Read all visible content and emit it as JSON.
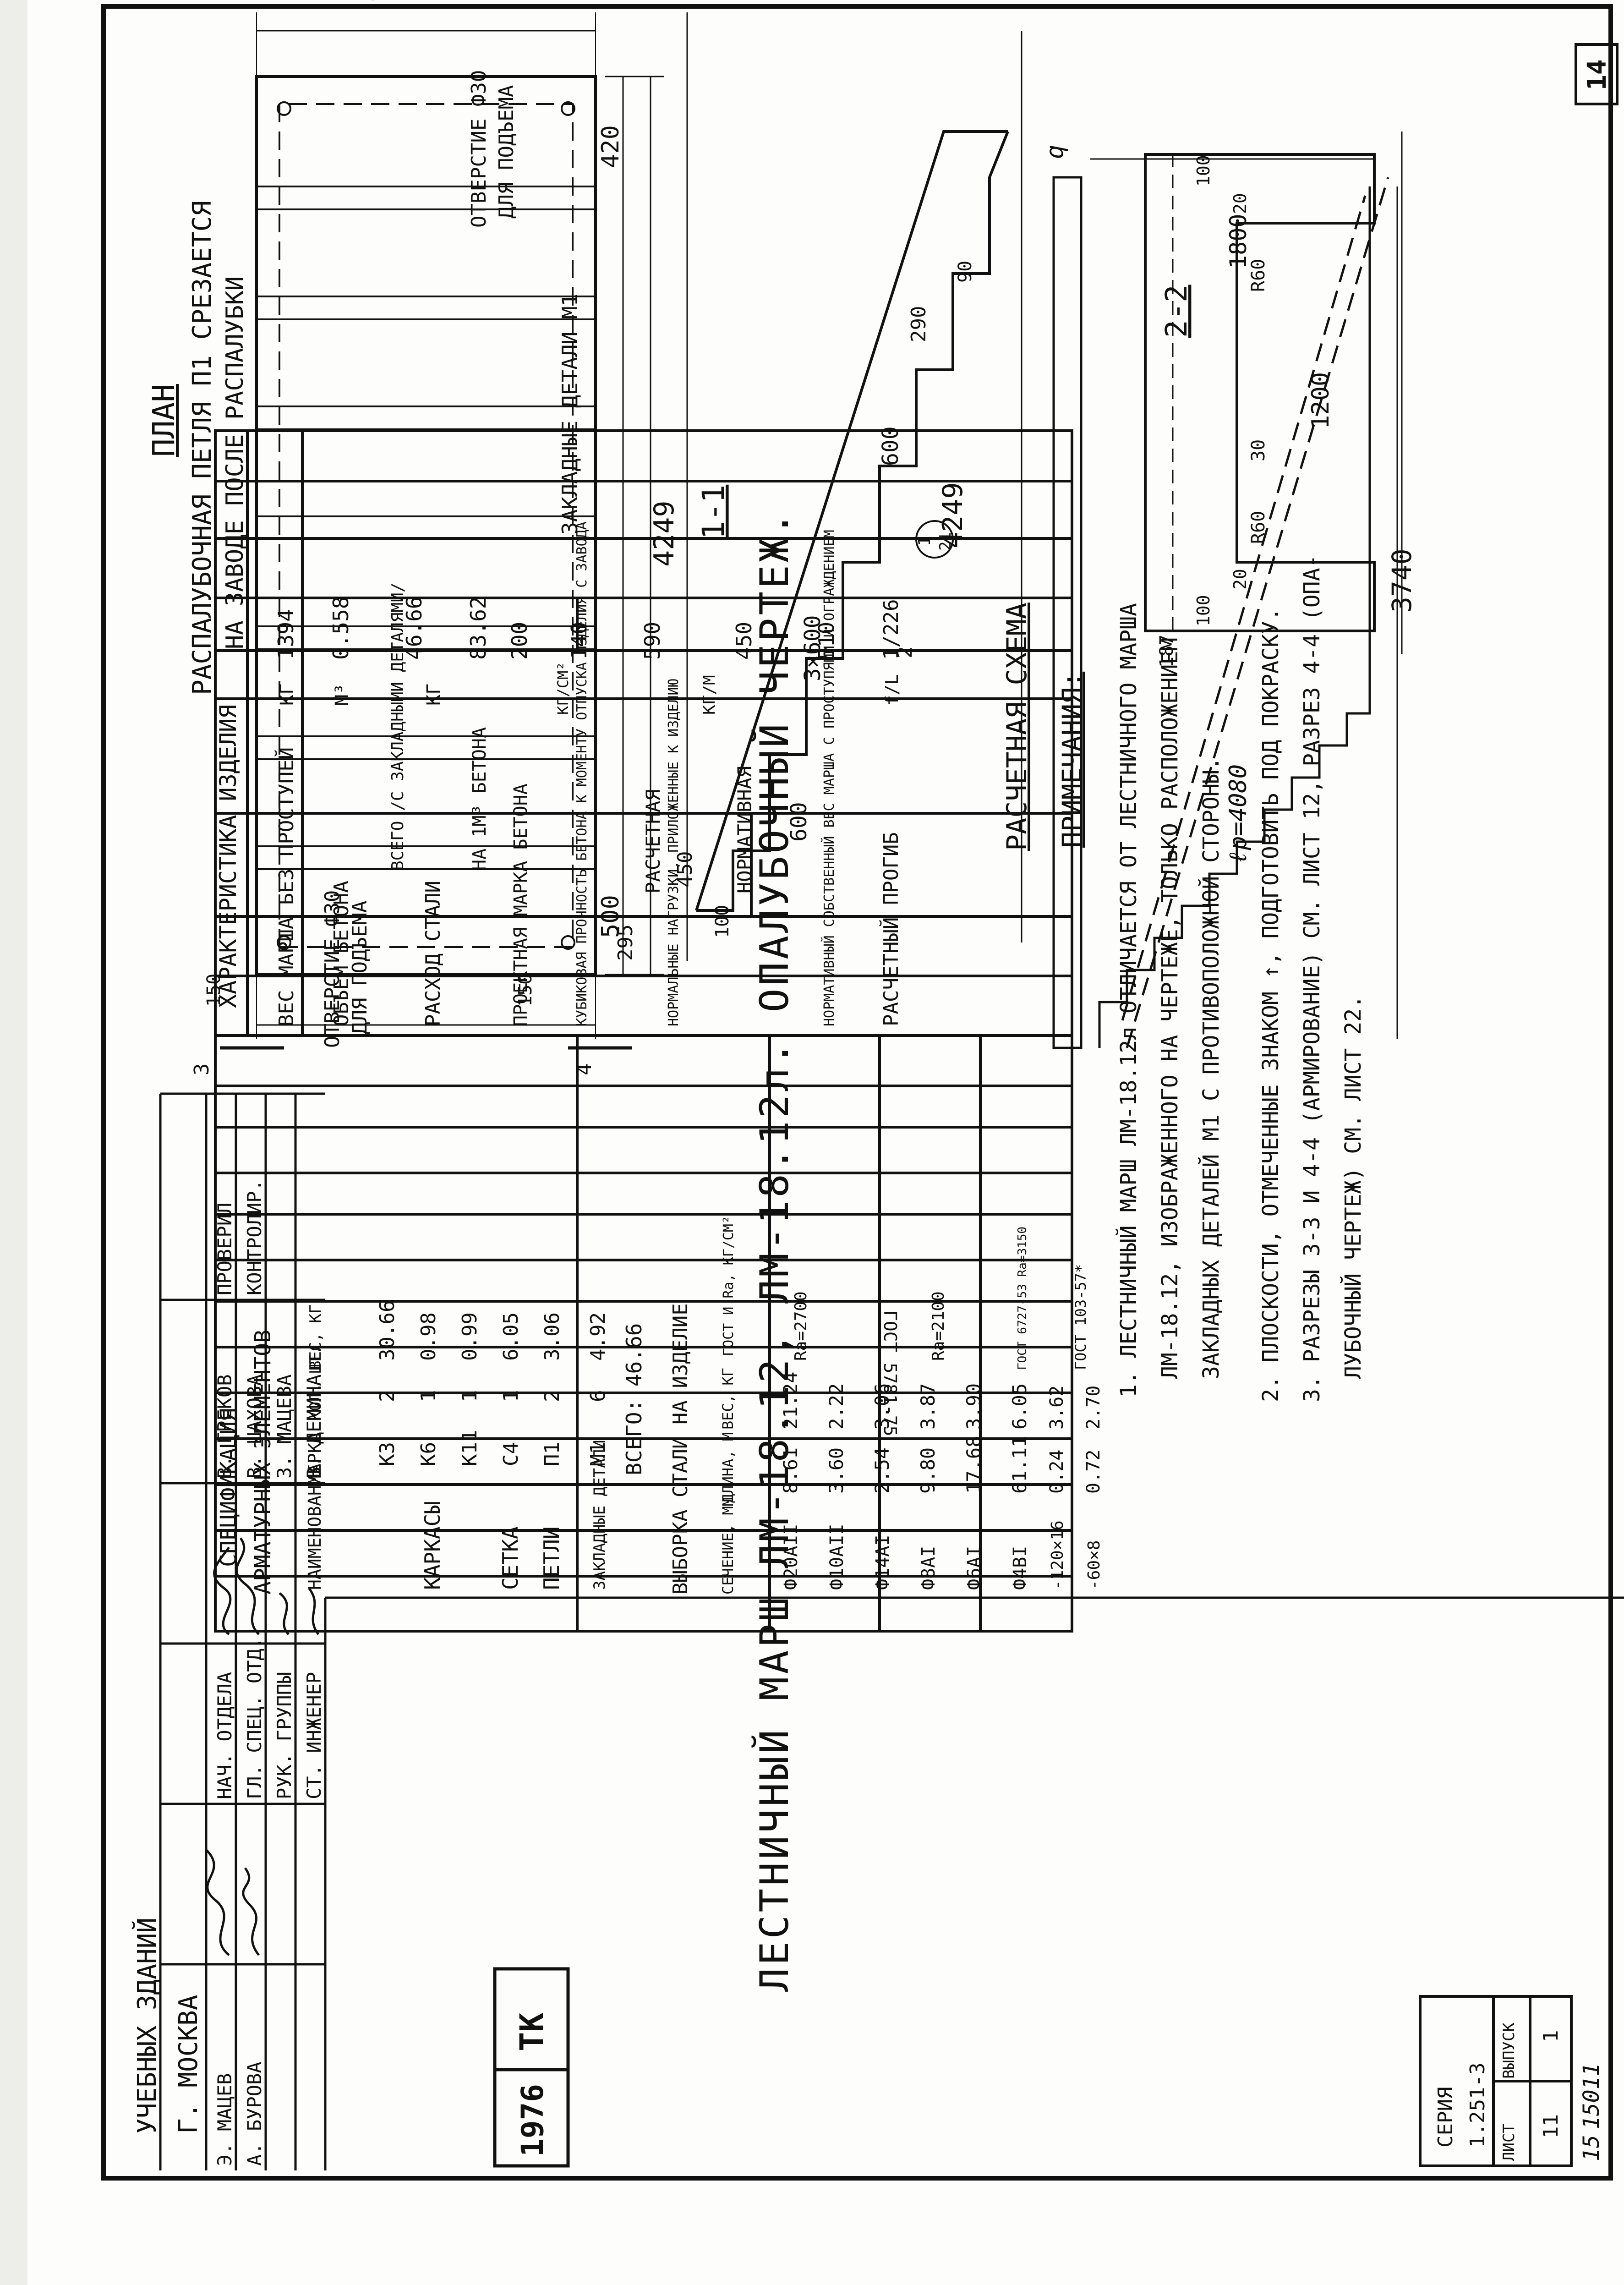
{
  "sheet_number": "14",
  "main_title": "ЛЕСТНИЧНЫЙ МАРШ ЛМ-18.12, ЛМ-18.12л. ОПАЛУБОЧНЫЙ ЧЕРТЕЖ.",
  "char_table": {
    "title": "ХАРАКТЕРИСТИКА ИЗДЕЛИЯ",
    "rows": [
      {
        "name": "ВЕС МАРША БЕЗ ПРОСТУПЕЙ",
        "unit": "КГ",
        "value": "1394"
      },
      {
        "name": "ОБЪЕМ БЕТОНА",
        "unit": "М³",
        "value": "0.558"
      },
      {
        "name": "РАСХОД СТАЛИ",
        "sub": "ВСЕГО /С ЗАКЛАДНЫМИ ДЕТАЛЯМИ/",
        "unit": "КГ",
        "value": "46.66"
      },
      {
        "name": "",
        "sub": "НА 1М³ БЕТОНА",
        "unit": "",
        "value": "83.62"
      },
      {
        "name": "ПРОЕКТНАЯ МАРКА БЕТОНА",
        "unit": "КГ/СМ²",
        "value": "200"
      },
      {
        "name": "КУБИКОВАЯ ПРОЧНОСТЬ БЕТОНА К МОМЕНТУ ОТПУСКА ИЗДЕЛИЯ С ЗАВОДА",
        "unit": "",
        "value": "140"
      },
      {
        "name": "НОРМАЛЬНЫЕ НАГРУЗКИ, ПРИЛОЖЕННЫЕ К ИЗДЕЛИЮ",
        "sub": "РАСЧЕТНАЯ",
        "unit": "КГ/М",
        "value": "590"
      },
      {
        "name": "",
        "sub": "НОРМАТИВНАЯ",
        "unit": "",
        "value": "450"
      },
      {
        "name": "НОРМАТИВНЫЙ СОБСТВЕННЫЙ ВЕС МАРША С ПРОСТУПЯМИ И ОГРАЖДЕНИЕМ",
        "unit": "",
        "value": "510"
      },
      {
        "name": "РАСЧЕТНЫЙ ПРОГИБ",
        "unit": "f/L",
        "value": "1/226"
      }
    ]
  },
  "spec_table": {
    "title1": "СПЕЦИФИКАЦИЯ",
    "title2": "АРМАТУРНЫХ ЭЛЕМЕНТОВ",
    "headers": [
      "НАИМЕНОВАНИЕ",
      "МАРКА",
      "КОЛ. ШТ.",
      "ВЕС, КГ"
    ],
    "rows": [
      {
        "name": "КАРКАСЫ",
        "mark": "К3",
        "qty": "2",
        "weight": "30.66"
      },
      {
        "name": "",
        "mark": "К6",
        "qty": "1",
        "weight": "0.98"
      },
      {
        "name": "",
        "mark": "К11",
        "qty": "1",
        "weight": "0.99"
      },
      {
        "name": "СЕТКА",
        "mark": "С4",
        "qty": "1",
        "weight": "6.05"
      },
      {
        "name": "ПЕТЛИ",
        "mark": "П1",
        "qty": "2",
        "weight": "3.06"
      },
      {
        "name": "ЗАКЛАДНЫЕ ДЕТАЛИ",
        "mark": "М1",
        "qty": "6",
        "weight": "4.92"
      }
    ],
    "total": "ВСЕГО: 46.66"
  },
  "steel_table": {
    "title": "ВЫБОРКА СТАЛИ НА ИЗДЕЛИЕ",
    "headers": [
      "СЕЧЕНИЕ, ММ",
      "ДЛИНА, М",
      "ВЕС, КГ",
      "ГОСТ И Ra, КГ/СМ²"
    ],
    "rows": [
      {
        "section": "Ф20АII",
        "length": "8.61",
        "weight": "21.24"
      },
      {
        "section": "Ф10АII",
        "length": "3.60",
        "weight": "2.22"
      },
      {
        "section": "Ф14АI",
        "length": "2.54",
        "weight": "3.06"
      },
      {
        "section": "Ф8АI",
        "length": "9.80",
        "weight": "3.87"
      },
      {
        "section": "Ф6АI",
        "length": "17.68",
        "weight": "3.90"
      },
      {
        "section": "Ф4ВI",
        "length": "61.11",
        "weight": "6.05"
      },
      {
        "section": "-120×16",
        "length": "0.24",
        "weight": "3.62"
      },
      {
        "section": "-60×8",
        "length": "0.72",
        "weight": "2.70"
      }
    ],
    "gost_ra_1": "Ra=2700",
    "gost_mid": "ГОСТ 5781-75",
    "gost_ra_2": "Ra=2100",
    "gost_2": "ГОСТ 6727-53 Ra=3150",
    "gost_3": "ГОСТ 103-57*"
  },
  "notes": {
    "title": "ПРИМЕЧАНИЯ:",
    "items": [
      "1. ЛЕСТНИЧНЫЙ МАРШ ЛМ-18.12л ОТЛИЧАЕТСЯ ОТ ЛЕСТНИЧНОГО МАРША",
      "ЛМ-18.12, ИЗОБРАЖЕННОГО НА ЧЕРТЕЖЕ, ТОЛЬКО РАСПОЛОЖЕНИЕМ",
      "ЗАКЛАДНЫХ ДЕТАЛЕЙ М1 С ПРОТИВОПОЛОЖНОЙ СТОРОНЫ.",
      "2. ПЛОСКОСТИ, ОТМЕЧЕННЫЕ ЗНАКОМ ↑, ПОДГОТОВИТЬ ПОД ПОКРАСКУ.",
      "3. РАЗРЕЗЫ 3-3 И 4-4 (АРМИРОВАНИЕ) СМ. ЛИСТ 12, РАЗРЕЗ 4-4 (ОПА-",
      "ЛУБОЧНЫЙ ЧЕРТЕЖ) СМ. ЛИСТ 22."
    ]
  },
  "plan": {
    "title": "ПЛАН",
    "note1": "РАСПАЛУБОЧНАЯ ПЕТЛЯ П1 СРЕЗАЕТСЯ",
    "note2": "НА ЗАВОДЕ ПОСЛЕ РАСПАЛУБКИ",
    "hole_label_1": "ОТВЕРСТИЕ Ф30",
    "hole_label_2": "ДЛЯ ПОДЪЕМА",
    "embedded": "ЗАКЛАДНЫЕ ДЕТАЛИ М1",
    "dim_total": "4249",
    "dim_left": "500",
    "dim_right": "420",
    "dim_width": "1200",
    "dim_150a": "150",
    "dim_150b": "150",
    "sec_3": "3",
    "sec_4": "4"
  },
  "section_1_1": {
    "title": "1-1",
    "dims": [
      "450",
      "100",
      "600",
      "3×600",
      "600",
      "290",
      "90",
      "295",
      "4249"
    ],
    "callout_num": "1",
    "callout_sheet": "21",
    "sec2": "2"
  },
  "section_2_2": {
    "title": "2-2",
    "dims": [
      "187",
      "100",
      "20",
      "R60",
      "30",
      "1200",
      "R60",
      "20",
      "100"
    ]
  },
  "calc_scheme": {
    "title": "РАСЧЕТНАЯ СХЕМА",
    "load": "q",
    "span": "3740",
    "height": "1800",
    "lp": "ℓp=4080"
  },
  "stamp": {
    "org1": "УЧЕБНЫХ ЗДАНИЙ",
    "org2": "Г. МОСКВА",
    "rows": [
      [
        "НАЧ. ОТДЕЛА",
        "В. ГРЕКОВ",
        "ПРОВЕРИЛ",
        "Э. МАЦЕВ"
      ],
      [
        "ГЛ. СПЕЦ. ОТД.",
        "В. ШАХОВА",
        "КОНТРОЛИР.",
        "А. БУРОВА"
      ],
      [
        "РУК. ГРУППЫ",
        "З. МАЦЕВА",
        "",
        ""
      ],
      [
        "СТ. ИНЖЕНЕР",
        "В. ДЕМИНА",
        "",
        ""
      ]
    ],
    "tk": "ТК",
    "year": "1976",
    "series_label": "СЕРИЯ",
    "series": "1.251-3",
    "issue_label": "ВЫПУСК",
    "issue": "1",
    "sheet_label": "ЛИСТ",
    "sheet": "11",
    "inv": "15011",
    "page": "15"
  }
}
